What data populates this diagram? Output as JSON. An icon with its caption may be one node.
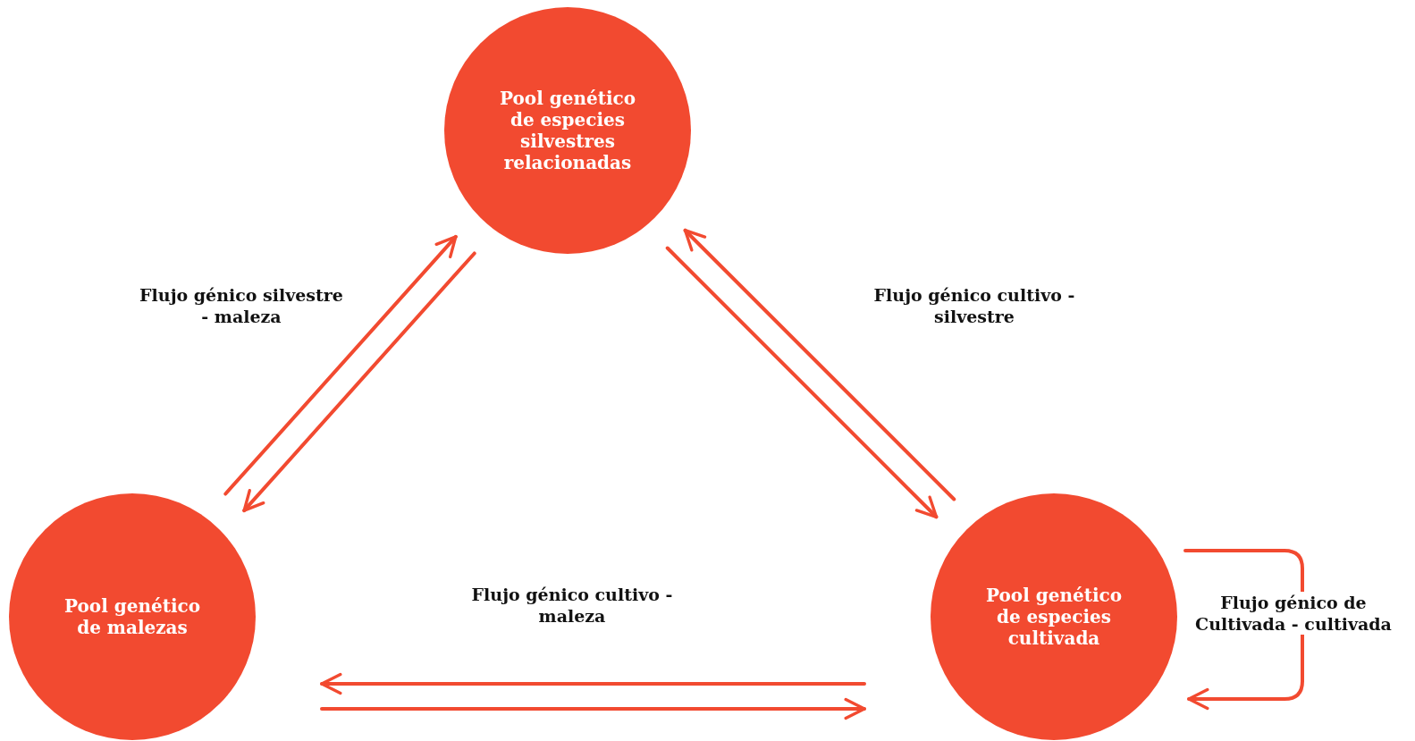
{
  "diagram": {
    "nodes": [
      {
        "text": [
          "Pool genético de especies silvestres relacionadas"
        ]
      },
      {
        "text": [
          "Pool genético de malezas"
        ]
      },
      {
        "text": [
          "Pool genético de especies cultivada"
        ]
      }
    ],
    "edges": [
      {
        "from": 1,
        "to": 0,
        "arrow": "to"
      },
      {
        "from": 0,
        "to": 1,
        "arrow": "to"
      },
      {
        "from": 2,
        "to": 0,
        "arrow": "to"
      },
      {
        "from": 0,
        "to": 2,
        "arrow": "to"
      },
      {
        "from": 2,
        "to": 1,
        "arrow": "to"
      },
      {
        "from": 1,
        "to": 2,
        "arrow": "to"
      },
      {
        "from": 2,
        "to": 2,
        "arrow": "to"
      }
    ],
    "labels": [
      "Flujo génico silvestre - maleza",
      "Flujo génico cultivo - silvestre",
      "Flujo génico cultivo - maleza",
      "Flujo génico de Cultivada - cultivada"
    ]
  }
}
